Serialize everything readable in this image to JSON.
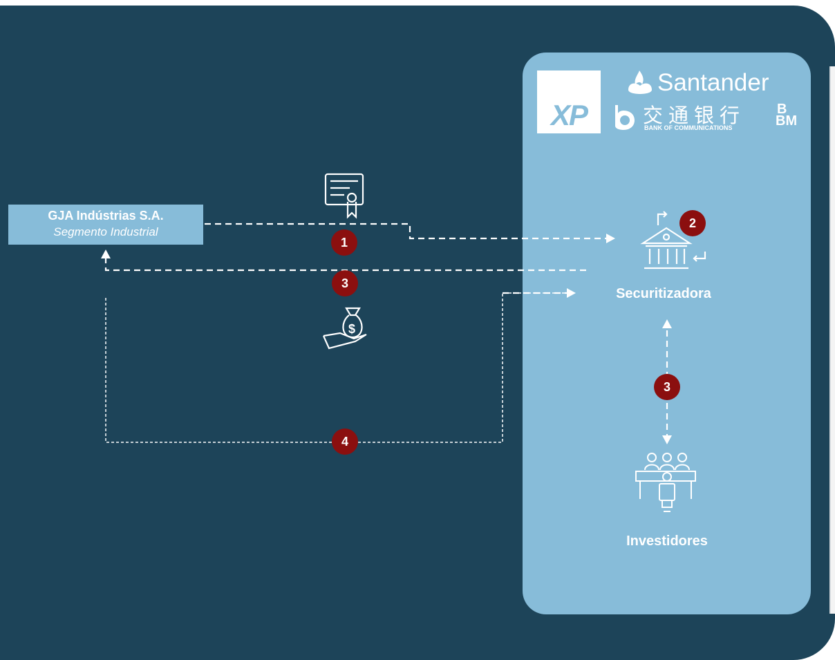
{
  "company": {
    "name": "GJA Indústrias S.A.",
    "segment": "Segmento Industrial"
  },
  "nodes": {
    "securitizadora": "Securitizadora",
    "investidores": "Investidores"
  },
  "steps": {
    "s1": "1",
    "s2": "2",
    "s3_left": "3",
    "s3_right": "3",
    "s4": "4"
  },
  "logos": {
    "xp": "XP",
    "santander": "Santander",
    "bocom_cn": "交通银行",
    "bocom_en": "BANK OF COMMUNICATIONS",
    "bbm_top": "B",
    "bbm_bottom": "BM"
  },
  "icons": {
    "certificate": "certificate-icon",
    "money": "money-bag-hand-icon",
    "bank": "bank-building-icon",
    "investors": "investors-meeting-icon",
    "santander_flame": "santander-flame-icon",
    "bocom_mark": "bocom-mark-icon"
  },
  "colors": {
    "background": "#1d4459",
    "panel": "#87bcd9",
    "step_badge": "#8b0f0f",
    "arrows": "#ffffff"
  }
}
